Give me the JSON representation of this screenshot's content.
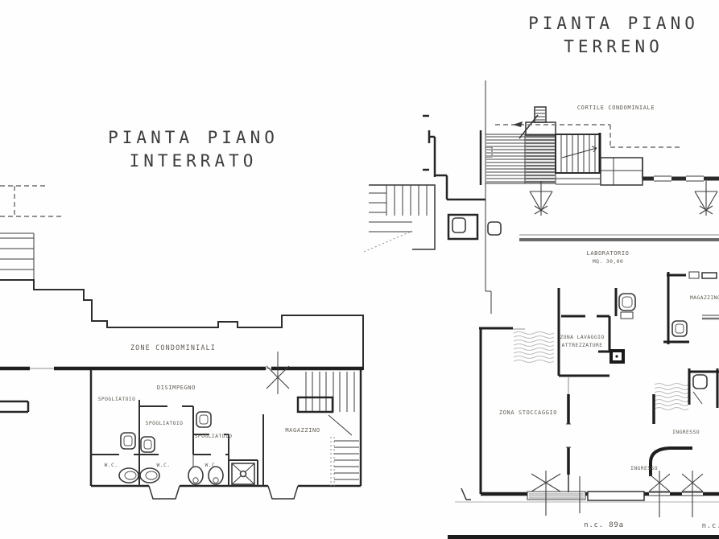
{
  "titles": {
    "terreno_line1": "PIANTA PIANO",
    "terreno_line2": "TERRENO",
    "interrato_line1": "PIANTA PIANO",
    "interrato_line2": "INTERRATO"
  },
  "labels": {
    "cortile": "CORTILE CONDOMINIALE",
    "zone_condominiali": "ZONE CONDOMINIALI",
    "disimpegno": "DISIMPEGNO",
    "spogliatoio": [
      "SPOGLIATOIO",
      "SPOGLIATOIO",
      "SPOGLIATOIO"
    ],
    "wc": [
      "W.C.",
      "W.C.",
      "W.C."
    ],
    "magazzino": [
      "MAGAZZINO",
      "MAGAZZINO"
    ],
    "laboratorio_line1": "LABORATORIO",
    "laboratorio_line2": "MQ. 30,00",
    "zona_lavaggio_line1": "ZONA LAVAGGIO",
    "zona_lavaggio_line2": "ATTREZZATURE",
    "zona_stoccaggio": "ZONA STOCCAGGIO",
    "ingresso": [
      "INGRESSO",
      "INGRESSO"
    ],
    "nc_left": "n.c. 89a",
    "nc_right": "n.c."
  }
}
